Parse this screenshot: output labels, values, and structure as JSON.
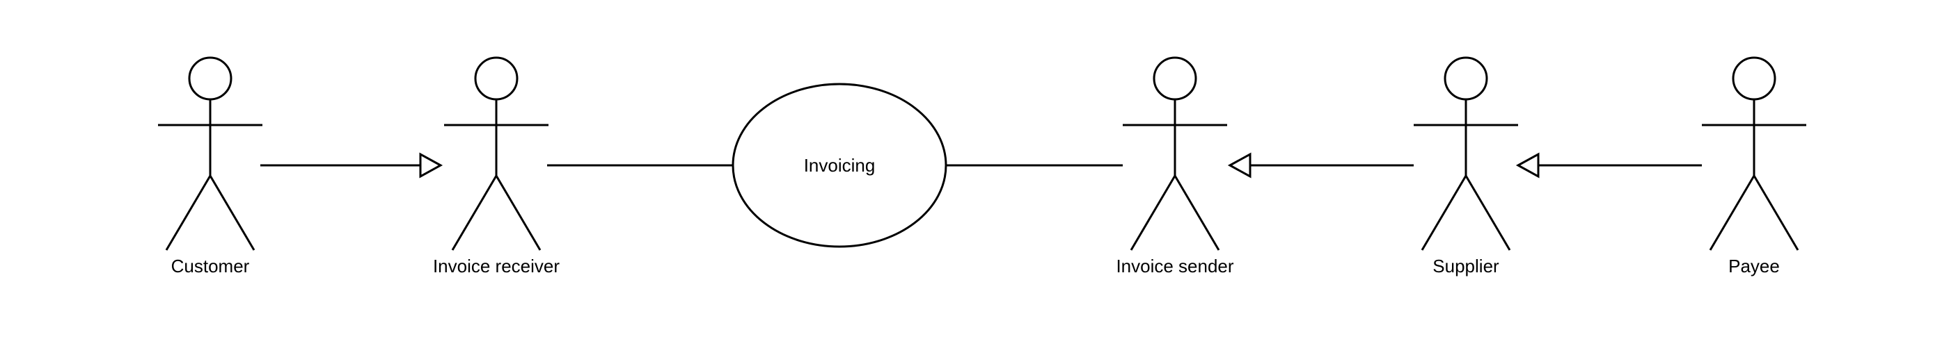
{
  "diagram": {
    "type": "uml-use-case",
    "background_color": "#ffffff",
    "stroke_color": "#000000",
    "use_case": {
      "label": "Invoicing"
    },
    "actors": [
      {
        "label": "Customer"
      },
      {
        "label": "Invoice receiver"
      },
      {
        "label": "Invoice sender"
      },
      {
        "label": "Supplier"
      },
      {
        "label": "Payee"
      }
    ],
    "connectors": [
      {
        "from": "Customer",
        "to": "Invoice receiver",
        "style": "open-triangle-arrow",
        "direction": "right"
      },
      {
        "from": "Invoice receiver",
        "to": "Invoicing",
        "style": "plain-line",
        "direction": "none"
      },
      {
        "from": "Invoicing",
        "to": "Invoice sender",
        "style": "plain-line",
        "direction": "none"
      },
      {
        "from": "Supplier",
        "to": "Invoice sender",
        "style": "open-triangle-arrow",
        "direction": "left"
      },
      {
        "from": "Payee",
        "to": "Supplier",
        "style": "open-triangle-arrow",
        "direction": "left"
      }
    ]
  }
}
